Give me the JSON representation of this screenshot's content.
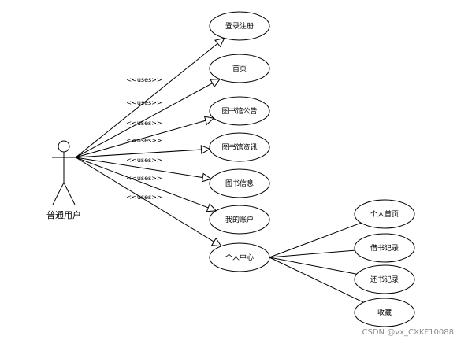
{
  "actor": {
    "label": "普通用户"
  },
  "stereotype": "<<uses>>",
  "use_cases": [
    {
      "id": "login",
      "label": "登录注册"
    },
    {
      "id": "home",
      "label": "首页"
    },
    {
      "id": "notice",
      "label": "图书馆公告"
    },
    {
      "id": "news",
      "label": "图书馆资讯"
    },
    {
      "id": "bookinfo",
      "label": "图书信息"
    },
    {
      "id": "account",
      "label": "我的账户"
    },
    {
      "id": "center",
      "label": "个人中心"
    }
  ],
  "sub_use_cases": [
    {
      "id": "my-home",
      "label": "个人首页"
    },
    {
      "id": "borrow",
      "label": "借书记录"
    },
    {
      "id": "return",
      "label": "还书记录"
    },
    {
      "id": "favorites",
      "label": "收藏"
    }
  ],
  "watermark": "CSDN @vx_CXKF10088"
}
